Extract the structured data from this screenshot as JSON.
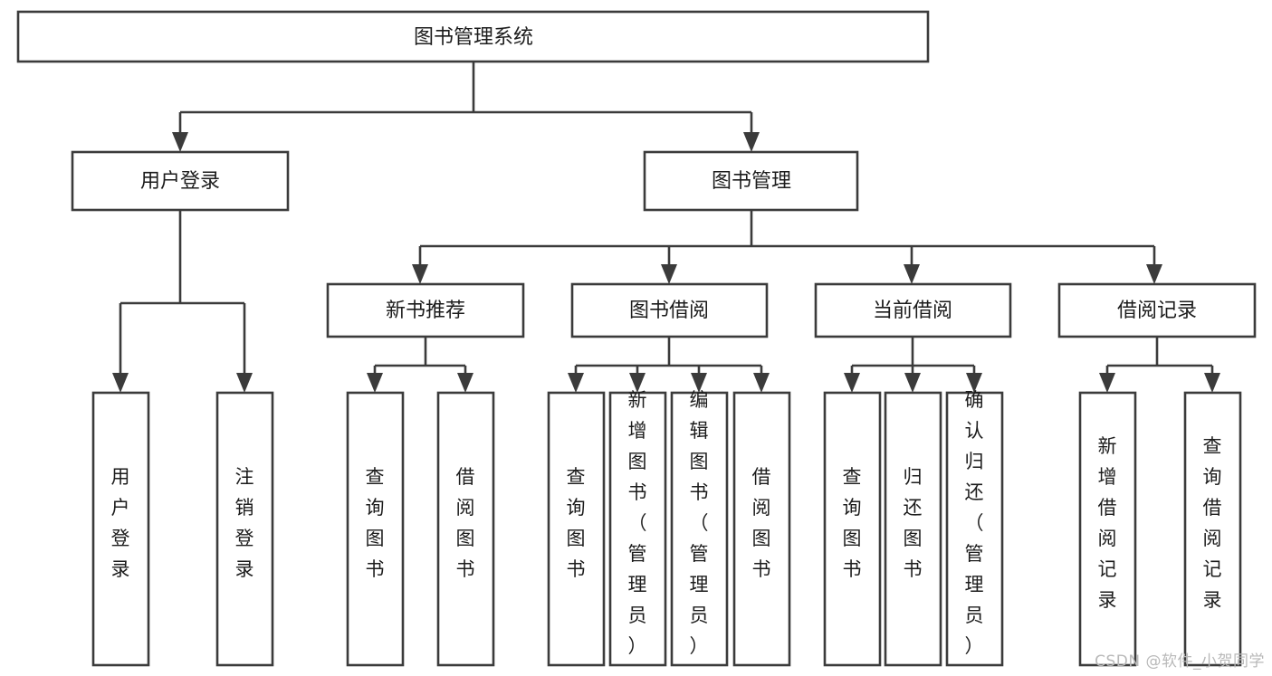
{
  "diagram": {
    "type": "tree",
    "title": "图书管理系统",
    "watermark": "CSDN @软件_小贺同学",
    "colors": {
      "stroke": "#3b3b3b",
      "fill": "#ffffff",
      "text": "#1c1c1c",
      "watermark": "#b9b9b9"
    },
    "nodes": {
      "root": {
        "label": "图书管理系统"
      },
      "level2": [
        {
          "id": "user-login",
          "label": "用户登录"
        },
        {
          "id": "book-manage",
          "label": "图书管理"
        }
      ],
      "level3": [
        {
          "id": "new-book-recommend",
          "label": "新书推荐",
          "parent": "book-manage"
        },
        {
          "id": "book-borrow",
          "label": "图书借阅",
          "parent": "book-manage"
        },
        {
          "id": "current-borrow",
          "label": "当前借阅",
          "parent": "book-manage"
        },
        {
          "id": "borrow-record",
          "label": "借阅记录",
          "parent": "book-manage"
        }
      ],
      "leaves": [
        {
          "id": "leaf-user-login",
          "label": "用户登录",
          "parent": "user-login"
        },
        {
          "id": "leaf-logout",
          "label": "注销登录",
          "parent": "user-login"
        },
        {
          "id": "leaf-query-book-1",
          "label": "查询图书",
          "parent": "new-book-recommend"
        },
        {
          "id": "leaf-borrow-book-1",
          "label": "借阅图书",
          "parent": "new-book-recommend"
        },
        {
          "id": "leaf-query-book-2",
          "label": "查询图书",
          "parent": "book-borrow"
        },
        {
          "id": "leaf-add-book",
          "label": "新增图书（管理员）",
          "parent": "book-borrow"
        },
        {
          "id": "leaf-edit-book",
          "label": "编辑图书（管理员）",
          "parent": "book-borrow"
        },
        {
          "id": "leaf-borrow-book-2",
          "label": "借阅图书",
          "parent": "book-borrow"
        },
        {
          "id": "leaf-query-book-3",
          "label": "查询图书",
          "parent": "current-borrow"
        },
        {
          "id": "leaf-return-book",
          "label": "归还图书",
          "parent": "current-borrow"
        },
        {
          "id": "leaf-confirm-return",
          "label": "确认归还（管理员）",
          "parent": "current-borrow"
        },
        {
          "id": "leaf-add-record",
          "label": "新增借阅记录",
          "parent": "borrow-record"
        },
        {
          "id": "leaf-query-record",
          "label": "查询借阅记录",
          "parent": "borrow-record"
        }
      ]
    }
  }
}
